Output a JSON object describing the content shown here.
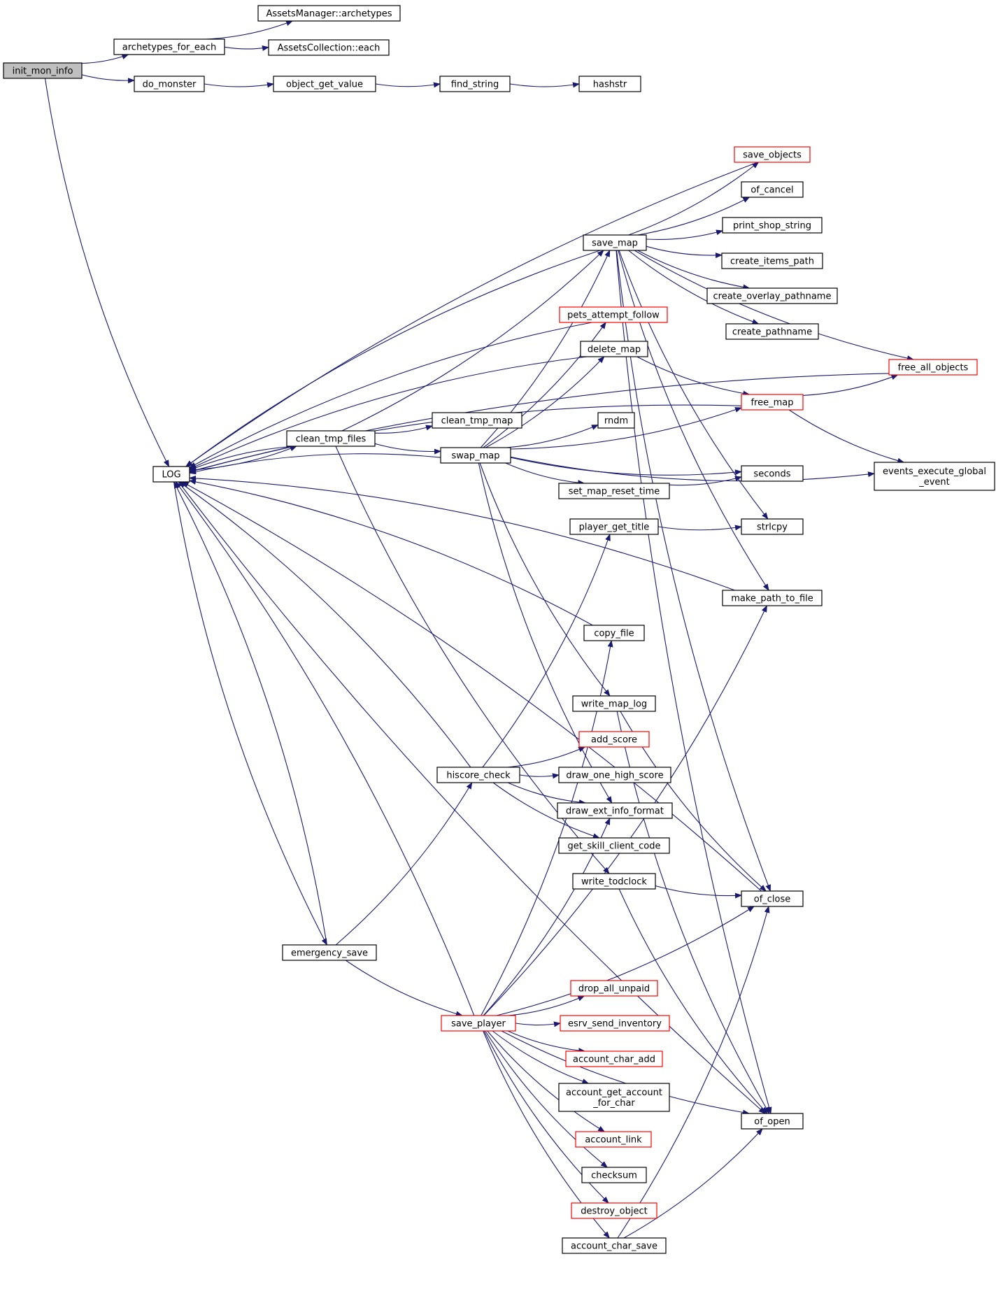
{
  "colors": {
    "edge": "#191970",
    "node_border": "#000000",
    "highlight_border": "#ff0000",
    "root_fill": "#bfbfbf",
    "node_fill": "#ffffff"
  },
  "nodes": [
    {
      "id": "init_mon_info",
      "label": "init_mon_info",
      "style": "root"
    },
    {
      "id": "archetypes_for_each",
      "label": "archetypes_for_each",
      "style": "normal"
    },
    {
      "id": "AssetsManager_archetypes",
      "label": "AssetsManager::archetypes",
      "style": "normal"
    },
    {
      "id": "AssetsCollection_each",
      "label": "AssetsCollection::each",
      "style": "normal"
    },
    {
      "id": "do_monster",
      "label": "do_monster",
      "style": "normal"
    },
    {
      "id": "object_get_value",
      "label": "object_get_value",
      "style": "normal"
    },
    {
      "id": "find_string",
      "label": "find_string",
      "style": "normal"
    },
    {
      "id": "hashstr",
      "label": "hashstr",
      "style": "normal"
    },
    {
      "id": "LOG",
      "label": "LOG",
      "style": "normal"
    },
    {
      "id": "save_objects",
      "label": "save_objects",
      "style": "truncated"
    },
    {
      "id": "of_cancel",
      "label": "of_cancel",
      "style": "normal"
    },
    {
      "id": "save_map",
      "label": "save_map",
      "style": "normal"
    },
    {
      "id": "print_shop_string",
      "label": "print_shop_string",
      "style": "normal"
    },
    {
      "id": "create_items_path",
      "label": "create_items_path",
      "style": "normal"
    },
    {
      "id": "create_overlay_pathname",
      "label": "create_overlay_pathname",
      "style": "normal"
    },
    {
      "id": "create_pathname",
      "label": "create_pathname",
      "style": "normal"
    },
    {
      "id": "pets_attempt_follow",
      "label": "pets_attempt_follow",
      "style": "truncated"
    },
    {
      "id": "delete_map",
      "label": "delete_map",
      "style": "normal"
    },
    {
      "id": "free_all_objects",
      "label": "free_all_objects",
      "style": "truncated"
    },
    {
      "id": "free_map",
      "label": "free_map",
      "style": "truncated"
    },
    {
      "id": "clean_tmp_map",
      "label": "clean_tmp_map",
      "style": "normal"
    },
    {
      "id": "rndm",
      "label": "rndm",
      "style": "normal"
    },
    {
      "id": "clean_tmp_files",
      "label": "clean_tmp_files",
      "style": "normal"
    },
    {
      "id": "swap_map",
      "label": "swap_map",
      "style": "normal"
    },
    {
      "id": "seconds",
      "label": "seconds",
      "style": "normal"
    },
    {
      "id": "events_execute_global_event",
      "label": "events_execute_global\n_event",
      "style": "normal"
    },
    {
      "id": "set_map_reset_time",
      "label": "set_map_reset_time",
      "style": "normal"
    },
    {
      "id": "player_get_title",
      "label": "player_get_title",
      "style": "normal"
    },
    {
      "id": "strlcpy",
      "label": "strlcpy",
      "style": "normal"
    },
    {
      "id": "make_path_to_file",
      "label": "make_path_to_file",
      "style": "normal"
    },
    {
      "id": "copy_file",
      "label": "copy_file",
      "style": "normal"
    },
    {
      "id": "write_map_log",
      "label": "write_map_log",
      "style": "normal"
    },
    {
      "id": "add_score",
      "label": "add_score",
      "style": "truncated"
    },
    {
      "id": "hiscore_check",
      "label": "hiscore_check",
      "style": "normal"
    },
    {
      "id": "draw_one_high_score",
      "label": "draw_one_high_score",
      "style": "normal"
    },
    {
      "id": "draw_ext_info_format",
      "label": "draw_ext_info_format",
      "style": "normal"
    },
    {
      "id": "get_skill_client_code",
      "label": "get_skill_client_code",
      "style": "normal"
    },
    {
      "id": "write_todclock",
      "label": "write_todclock",
      "style": "normal"
    },
    {
      "id": "of_close",
      "label": "of_close",
      "style": "normal"
    },
    {
      "id": "emergency_save",
      "label": "emergency_save",
      "style": "normal"
    },
    {
      "id": "drop_all_unpaid",
      "label": "drop_all_unpaid",
      "style": "truncated"
    },
    {
      "id": "save_player",
      "label": "save_player",
      "style": "truncated"
    },
    {
      "id": "esrv_send_inventory",
      "label": "esrv_send_inventory",
      "style": "truncated"
    },
    {
      "id": "account_char_add",
      "label": "account_char_add",
      "style": "truncated"
    },
    {
      "id": "account_get_account_for_char",
      "label": "account_get_account\n_for_char",
      "style": "normal"
    },
    {
      "id": "of_open",
      "label": "of_open",
      "style": "normal"
    },
    {
      "id": "account_link",
      "label": "account_link",
      "style": "truncated"
    },
    {
      "id": "checksum",
      "label": "checksum",
      "style": "normal"
    },
    {
      "id": "destroy_object",
      "label": "destroy_object",
      "style": "truncated"
    },
    {
      "id": "account_char_save",
      "label": "account_char_save",
      "style": "normal"
    }
  ],
  "edges": [
    [
      "init_mon_info",
      "archetypes_for_each"
    ],
    [
      "init_mon_info",
      "do_monster"
    ],
    [
      "init_mon_info",
      "LOG"
    ],
    [
      "archetypes_for_each",
      "AssetsManager_archetypes"
    ],
    [
      "archetypes_for_each",
      "AssetsCollection_each"
    ],
    [
      "do_monster",
      "object_get_value"
    ],
    [
      "object_get_value",
      "find_string"
    ],
    [
      "find_string",
      "hashstr"
    ],
    [
      "LOG",
      "clean_tmp_files"
    ],
    [
      "LOG",
      "emergency_save"
    ],
    [
      "save_objects",
      "LOG"
    ],
    [
      "save_map",
      "LOG"
    ],
    [
      "save_map",
      "save_objects"
    ],
    [
      "save_map",
      "of_cancel"
    ],
    [
      "save_map",
      "print_shop_string"
    ],
    [
      "save_map",
      "create_items_path"
    ],
    [
      "save_map",
      "create_overlay_pathname"
    ],
    [
      "save_map",
      "create_pathname"
    ],
    [
      "save_map",
      "free_all_objects"
    ],
    [
      "save_map",
      "strlcpy"
    ],
    [
      "save_map",
      "make_path_to_file"
    ],
    [
      "save_map",
      "of_close"
    ],
    [
      "save_map",
      "of_open"
    ],
    [
      "free_all_objects",
      "LOG"
    ],
    [
      "pets_attempt_follow",
      "LOG"
    ],
    [
      "delete_map",
      "LOG"
    ],
    [
      "delete_map",
      "free_map"
    ],
    [
      "free_map",
      "LOG"
    ],
    [
      "free_map",
      "free_all_objects"
    ],
    [
      "free_map",
      "events_execute_global_event"
    ],
    [
      "clean_tmp_files",
      "LOG"
    ],
    [
      "clean_tmp_files",
      "save_map"
    ],
    [
      "clean_tmp_files",
      "clean_tmp_map"
    ],
    [
      "clean_tmp_files",
      "swap_map"
    ],
    [
      "clean_tmp_files",
      "write_todclock"
    ],
    [
      "swap_map",
      "LOG"
    ],
    [
      "swap_map",
      "save_map"
    ],
    [
      "swap_map",
      "pets_attempt_follow"
    ],
    [
      "swap_map",
      "delete_map"
    ],
    [
      "swap_map",
      "free_map"
    ],
    [
      "swap_map",
      "rndm"
    ],
    [
      "swap_map",
      "seconds"
    ],
    [
      "swap_map",
      "set_map_reset_time"
    ],
    [
      "swap_map",
      "events_execute_global_event"
    ],
    [
      "swap_map",
      "write_map_log"
    ],
    [
      "swap_map",
      "draw_ext_info_format"
    ],
    [
      "set_map_reset_time",
      "seconds"
    ],
    [
      "player_get_title",
      "strlcpy"
    ],
    [
      "make_path_to_file",
      "LOG"
    ],
    [
      "copy_file",
      "LOG"
    ],
    [
      "write_map_log",
      "of_close"
    ],
    [
      "write_map_log",
      "of_open"
    ],
    [
      "hiscore_check",
      "LOG"
    ],
    [
      "hiscore_check",
      "player_get_title"
    ],
    [
      "hiscore_check",
      "add_score"
    ],
    [
      "hiscore_check",
      "draw_one_high_score"
    ],
    [
      "hiscore_check",
      "draw_ext_info_format"
    ],
    [
      "hiscore_check",
      "get_skill_client_code"
    ],
    [
      "write_todclock",
      "of_close"
    ],
    [
      "write_todclock",
      "of_open"
    ],
    [
      "of_close",
      "LOG"
    ],
    [
      "emergency_save",
      "LOG"
    ],
    [
      "emergency_save",
      "hiscore_check"
    ],
    [
      "emergency_save",
      "save_player"
    ],
    [
      "save_player",
      "LOG"
    ],
    [
      "save_player",
      "copy_file"
    ],
    [
      "save_player",
      "make_path_to_file"
    ],
    [
      "save_player",
      "draw_ext_info_format"
    ],
    [
      "save_player",
      "of_close"
    ],
    [
      "save_player",
      "drop_all_unpaid"
    ],
    [
      "save_player",
      "esrv_send_inventory"
    ],
    [
      "save_player",
      "account_char_add"
    ],
    [
      "save_player",
      "account_get_account_for_char"
    ],
    [
      "save_player",
      "account_link"
    ],
    [
      "save_player",
      "checksum"
    ],
    [
      "save_player",
      "destroy_object"
    ],
    [
      "save_player",
      "account_char_save"
    ],
    [
      "save_player",
      "of_open"
    ],
    [
      "account_char_save",
      "of_close"
    ],
    [
      "account_char_save",
      "of_open"
    ],
    [
      "LOG",
      "of_open"
    ]
  ]
}
